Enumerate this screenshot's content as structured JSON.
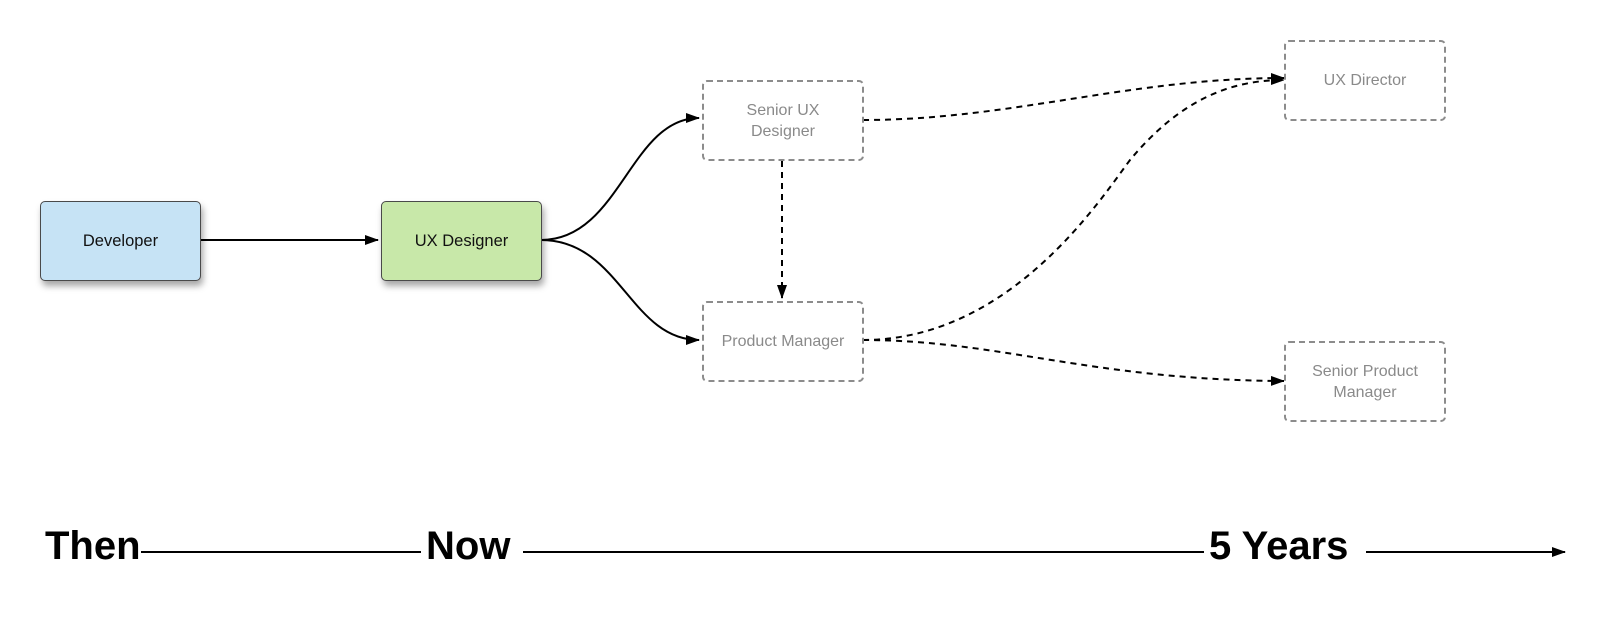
{
  "nodes": {
    "developer": {
      "label": "Developer",
      "fill": "#c6e3f5"
    },
    "ux_designer": {
      "label": "UX Designer",
      "fill": "#c8e8a9"
    },
    "senior_ux_designer": {
      "line1": "Senior UX",
      "line2": "Designer"
    },
    "product_manager": {
      "label": "Product Manager"
    },
    "ux_director": {
      "label": "UX Director"
    },
    "senior_product_manager": {
      "line1": "Senior Product",
      "line2": "Manager"
    }
  },
  "timeline": {
    "then": "Then",
    "now": "Now",
    "five_years": "5 Years"
  },
  "colors": {
    "current_connector": "#000000",
    "future_connector": "#000000",
    "future_border": "#8c8c8c",
    "future_text": "#8a8a8a"
  }
}
